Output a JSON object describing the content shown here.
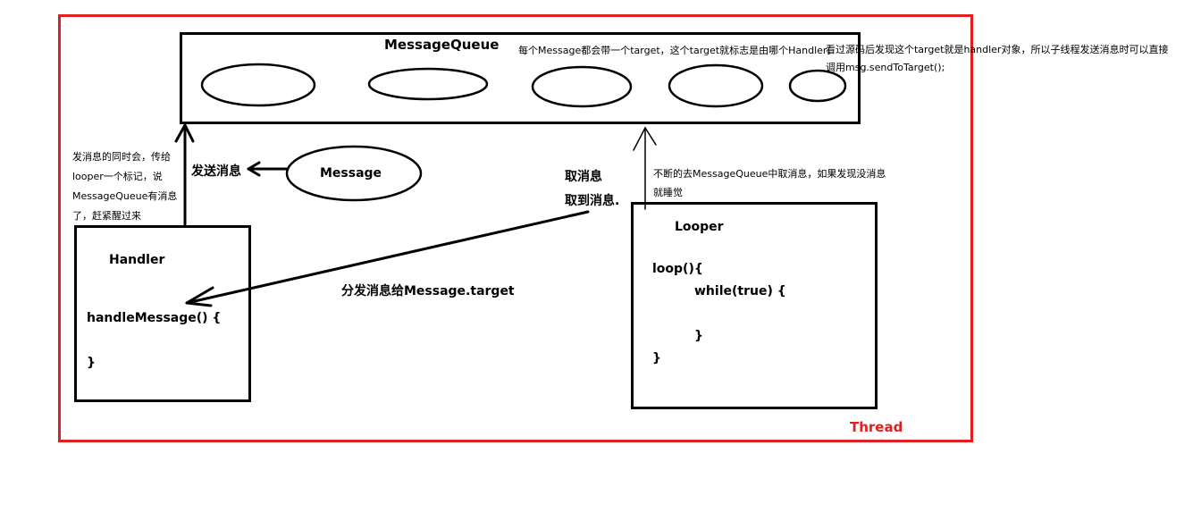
{
  "thread": {
    "label": "Thread",
    "frame_color": "#e02020"
  },
  "queue": {
    "title": "MessageQueue",
    "note": "每个Message都会带一个target，这个target就标志是由哪个Handler。",
    "source_note_line1": "看过源码后发现这个target就是handler对象，所以子线程发送消息时可以直接",
    "source_note_line2": "调用msg.sendToTarget();"
  },
  "message": {
    "label": "Message"
  },
  "send_label": "发送消息",
  "handler_note": [
    "发消息的同时会，传给",
    "looper一个标记，说",
    "MessageQueue有消息",
    "了，赶紧醒过来"
  ],
  "handler": {
    "title": "Handler",
    "method": "handleMessage() {",
    "close": "}"
  },
  "take": {
    "line1": "取消息",
    "line2": "取到消息."
  },
  "dispatch_label": "分发消息给Message.target",
  "looper_note": {
    "line1": "不断的去MessageQueue中取消息，如果发现没消息",
    "line2": "就睡觉"
  },
  "looper": {
    "title": "Looper",
    "code": [
      "loop(){",
      "while(true) {",
      "}",
      "}"
    ]
  }
}
